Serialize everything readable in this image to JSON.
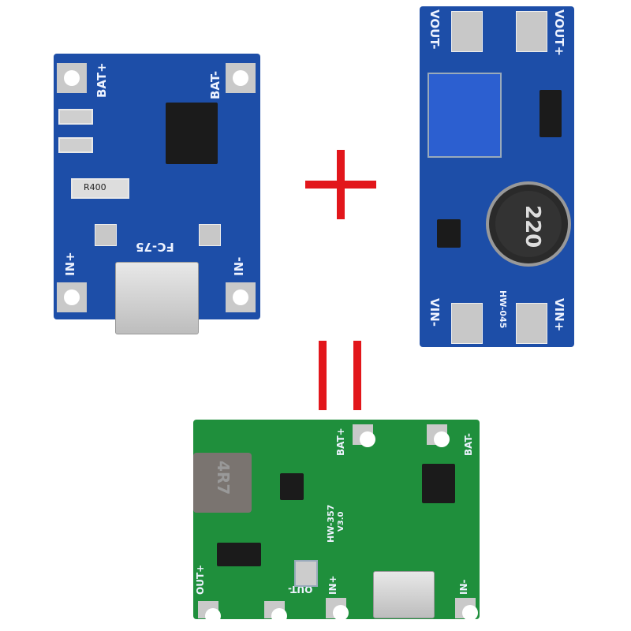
{
  "boards": {
    "charger": {
      "color": "#1d4ea8",
      "labels": {
        "bat_plus": "BAT+",
        "bat_minus": "BAT-",
        "in_plus": "IN+",
        "in_minus": "IN-",
        "model": "FC-75",
        "resistor": "R400"
      }
    },
    "boost": {
      "color": "#1d4ea8",
      "labels": {
        "vout_minus": "VOUT-",
        "vout_plus": "VOUT+",
        "vin_minus": "VIN-",
        "vin_plus": "VIN+",
        "model": "HW-045",
        "inductor": "220"
      }
    },
    "combined": {
      "color": "#1f8f3c",
      "labels": {
        "bat_plus": "BAT+",
        "bat_minus": "BAT-",
        "in_plus": "IN+",
        "in_minus": "IN-",
        "out_plus": "OUT+",
        "out_minus": "OUT-",
        "model": "HW-357",
        "version": "V3.0",
        "inductor": "4R7"
      }
    }
  },
  "operators": {
    "plus_color": "#e2161b",
    "equals_color": "#e2161b"
  }
}
